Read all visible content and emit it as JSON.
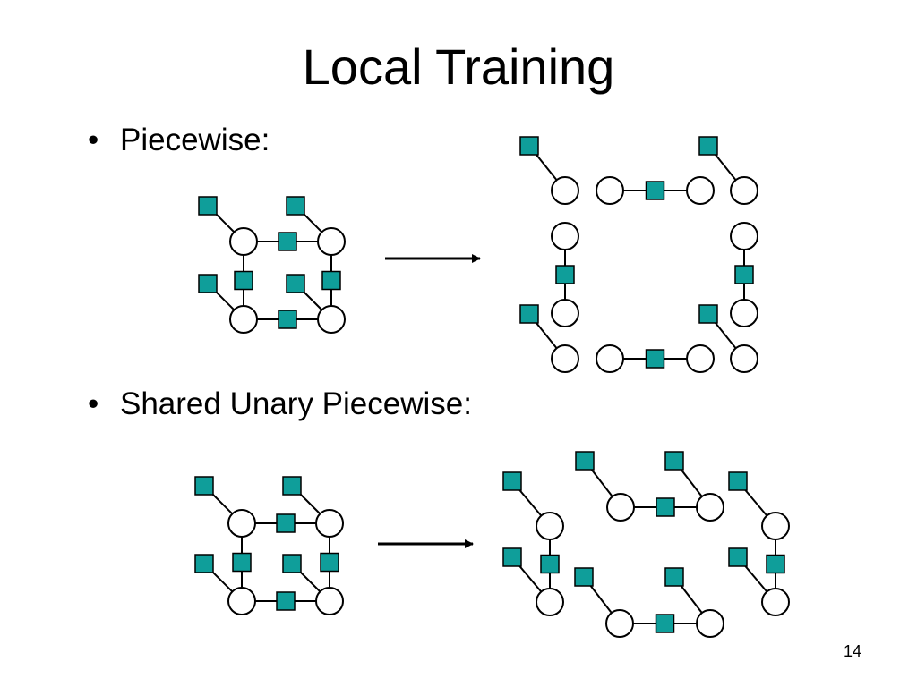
{
  "slide": {
    "title": "Local Training",
    "page_number": "14",
    "bullets": [
      {
        "symbol": "•",
        "text": "Piecewise:"
      },
      {
        "symbol": "•",
        "text": "Shared Unary Piecewise:"
      }
    ]
  },
  "colors": {
    "factor_fill": "#0f9e9a",
    "factor_stroke": "#000000",
    "variable_fill": "#ffffff",
    "edge": "#000000"
  },
  "icons": {
    "variable_node": "circle",
    "factor_node": "filled-square",
    "transform": "right-arrow"
  }
}
